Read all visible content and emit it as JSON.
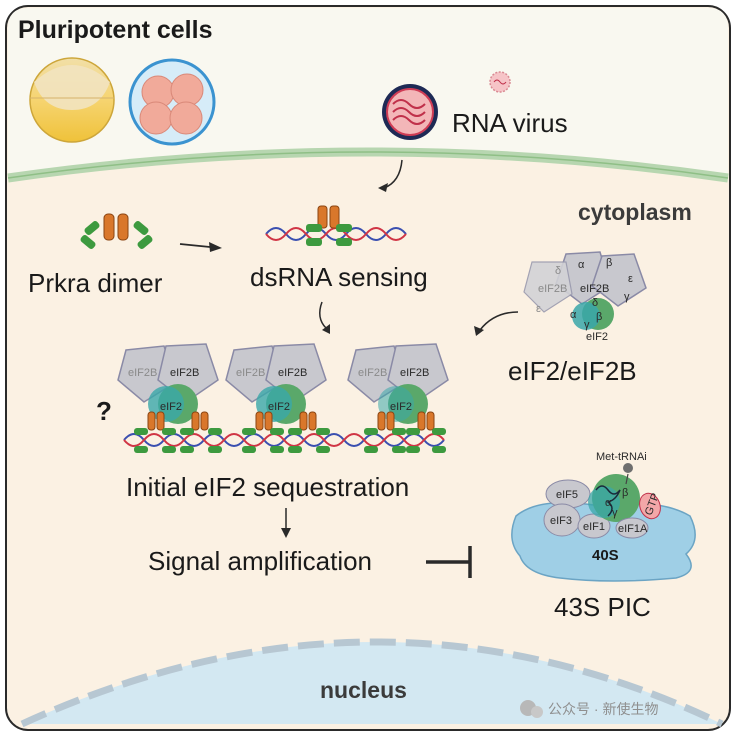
{
  "labels": {
    "title": "Pluripotent cells",
    "rna_virus": "RNA virus",
    "cytoplasm": "cytoplasm",
    "prkra_dimer": "Prkra dimer",
    "dsrna_sensing": "dsRNA sensing",
    "eif2_eif2b": "eIF2/eIF2B",
    "question": "?",
    "initial": "Initial eIF2 sequestration",
    "signal": "Signal amplification",
    "pic": "43S PIC",
    "nucleus": "nucleus",
    "watermark": "公众号 · 新使生物"
  },
  "complex": {
    "eif2b": "eIF2B",
    "eif2": "eIF2",
    "alpha": "α",
    "beta": "β",
    "gamma": "γ",
    "delta": "δ",
    "epsilon": "ε"
  },
  "pic": {
    "met_trnai": "Met-tRNAi",
    "eif5": "eIF5",
    "eif3": "eIF3",
    "eif1": "eIF1",
    "eif1a": "eIF1A",
    "gtp": "GTP",
    "s40": "40S",
    "alpha": "α",
    "beta": "β",
    "gamma": "γ"
  },
  "colors": {
    "background": "#fbf1e3",
    "membrane": "#b7d6b0",
    "nucleus_fill": "#d3e8f2",
    "ribosome": "#9fcfe6",
    "pentagon": "#c8c8ce",
    "prkra_orange": "#d9772b",
    "prkra_green": "#3d9a3f",
    "eif2_green": "#5aa86a",
    "eif2_teal": "#3aa7a9",
    "rna_red": "#d03545",
    "rna_blue": "#3a4fb0"
  }
}
